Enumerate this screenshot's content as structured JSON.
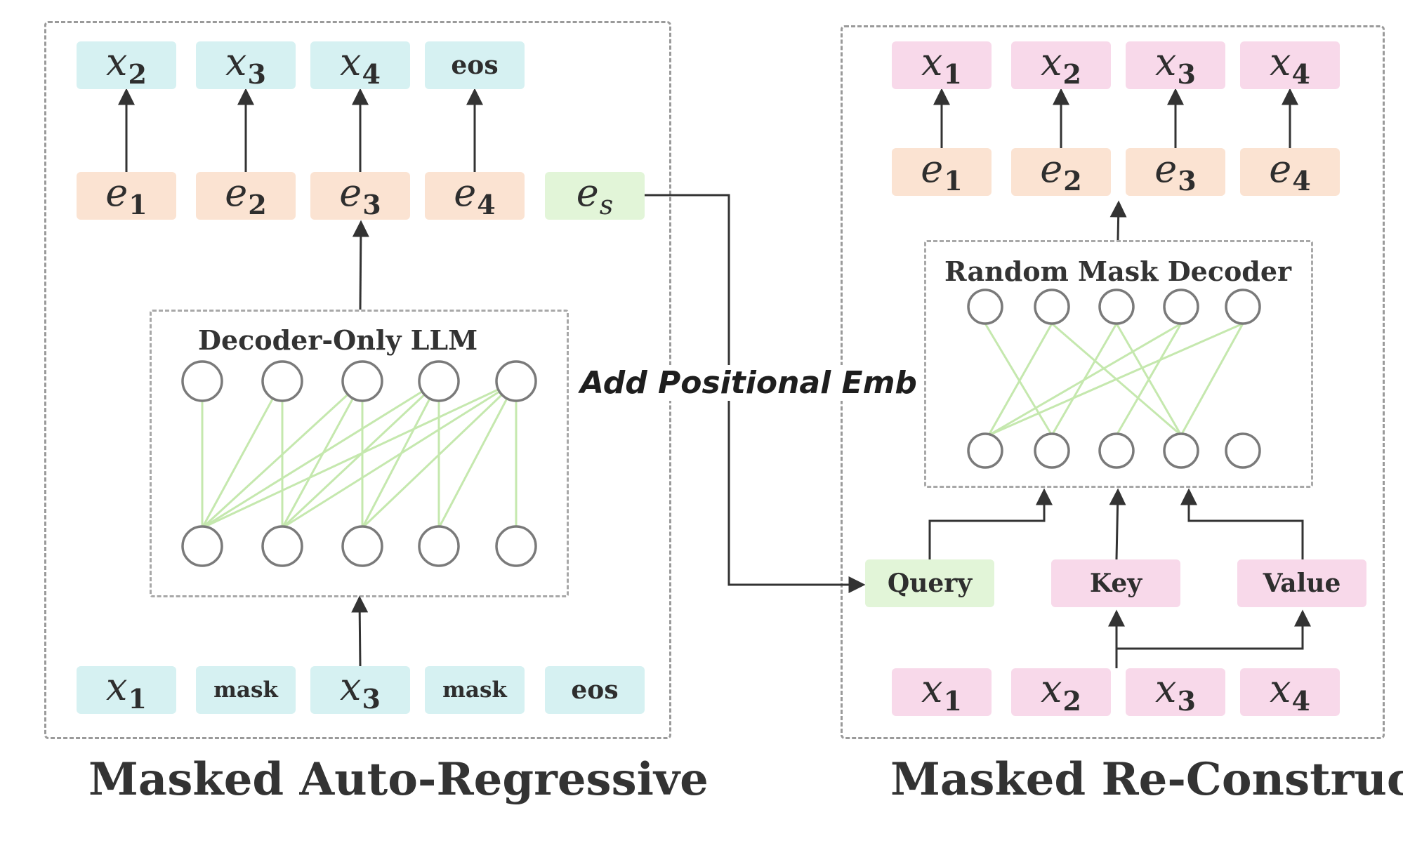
{
  "left_panel": {
    "outputs": [
      {
        "base": "x",
        "sub": "2"
      },
      {
        "base": "x",
        "sub": "3"
      },
      {
        "base": "x",
        "sub": "4"
      },
      {
        "word": "eos"
      }
    ],
    "embeddings": [
      {
        "base": "e",
        "sub": "1"
      },
      {
        "base": "e",
        "sub": "2"
      },
      {
        "base": "e",
        "sub": "3"
      },
      {
        "base": "e",
        "sub": "4"
      }
    ],
    "special_embedding": {
      "base": "e",
      "sub": "s"
    },
    "model_title": "Decoder-Only LLM",
    "inputs": [
      {
        "base": "x",
        "sub": "1"
      },
      {
        "word": "mask"
      },
      {
        "base": "x",
        "sub": "3"
      },
      {
        "word": "mask"
      },
      {
        "word": "eos"
      }
    ],
    "caption": "Masked Auto-Regressive"
  },
  "connector_label": "Add Positional Emb",
  "right_panel": {
    "outputs": [
      {
        "base": "x",
        "sub": "1"
      },
      {
        "base": "x",
        "sub": "2"
      },
      {
        "base": "x",
        "sub": "3"
      },
      {
        "base": "x",
        "sub": "4"
      }
    ],
    "embeddings": [
      {
        "base": "e",
        "sub": "1"
      },
      {
        "base": "e",
        "sub": "2"
      },
      {
        "base": "e",
        "sub": "3"
      },
      {
        "base": "e",
        "sub": "4"
      }
    ],
    "model_title": "Random Mask Decoder",
    "attention": {
      "query": "Query",
      "key": "Key",
      "value": "Value"
    },
    "inputs": [
      {
        "base": "x",
        "sub": "1"
      },
      {
        "base": "x",
        "sub": "2"
      },
      {
        "base": "x",
        "sub": "3"
      },
      {
        "base": "x",
        "sub": "4"
      }
    ],
    "caption": "Masked Re-Construct"
  },
  "colors": {
    "cyan": "#d6f1f2",
    "peach": "#fbe3d2",
    "green": "#e2f5d8",
    "pink": "#f8d9ea",
    "connection_line": "#c5e8ae",
    "arrow": "#333333",
    "dashed_border": "#9a9a9a",
    "node_stroke": "#7a7a7a"
  }
}
